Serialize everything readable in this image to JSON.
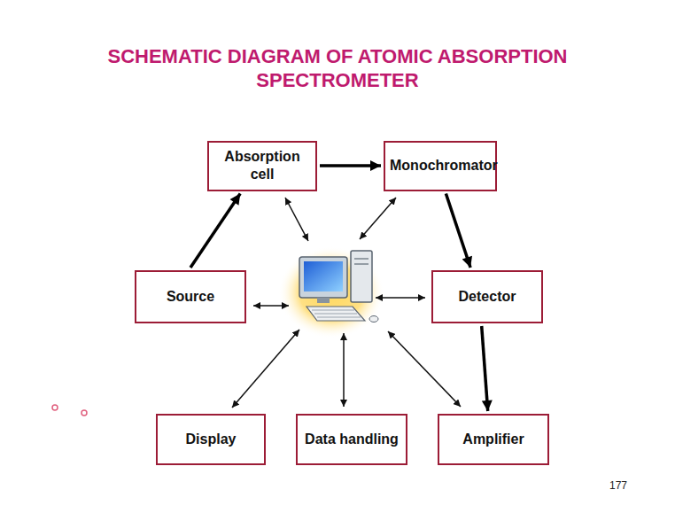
{
  "diagram": {
    "title": "SCHEMATIC DIAGRAM OF ATOMIC ABSORPTION SPECTROMETER",
    "nodes": [
      {
        "text": [
          "Absorption cell"
        ]
      },
      {
        "text": [
          "Monochromator"
        ]
      },
      {
        "text": [
          "Source"
        ]
      },
      {
        "text": [
          "Detector"
        ]
      },
      {
        "text": [
          "Display"
        ]
      },
      {
        "text": [
          "Data handling"
        ]
      },
      {
        "text": [
          "Amplifier"
        ]
      }
    ],
    "edges": [
      {
        "from": 2,
        "to": 0,
        "arrow": "to"
      },
      {
        "from": 0,
        "to": 1,
        "arrow": "to"
      },
      {
        "from": 1,
        "to": 3,
        "arrow": "to"
      },
      {
        "from": 3,
        "to": 6,
        "arrow": "to"
      }
    ],
    "labels": [
      "177"
    ]
  }
}
